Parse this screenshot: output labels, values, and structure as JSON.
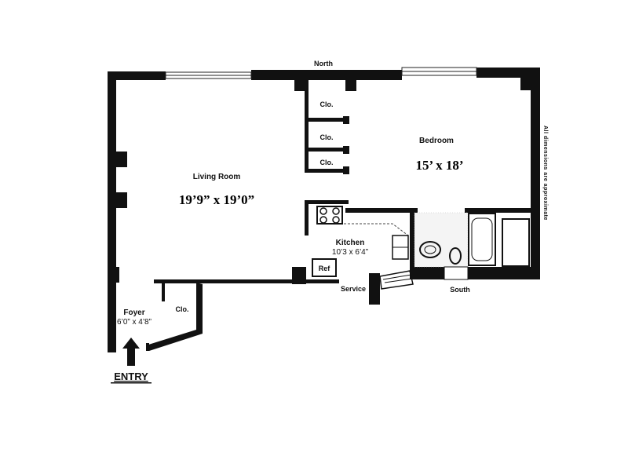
{
  "compass": {
    "north": "North",
    "south": "South"
  },
  "note": "All dimensions are approximate",
  "rooms": {
    "living_room": {
      "name": "Living Room",
      "dimensions": "19’9” x 19’0”"
    },
    "bedroom": {
      "name": "Bedroom",
      "dimensions": "15’ x 18’"
    },
    "kitchen": {
      "name": "Kitchen",
      "dimensions": "10’3 x 6’4”"
    },
    "foyer": {
      "name": "Foyer",
      "dimensions": "6’0” x 4’8”"
    }
  },
  "closets": [
    "Clo.",
    "Clo.",
    "Clo.",
    "Clo."
  ],
  "fixtures": {
    "refrigerator": "Ref",
    "service": "Service"
  },
  "entry": "ENTRY"
}
